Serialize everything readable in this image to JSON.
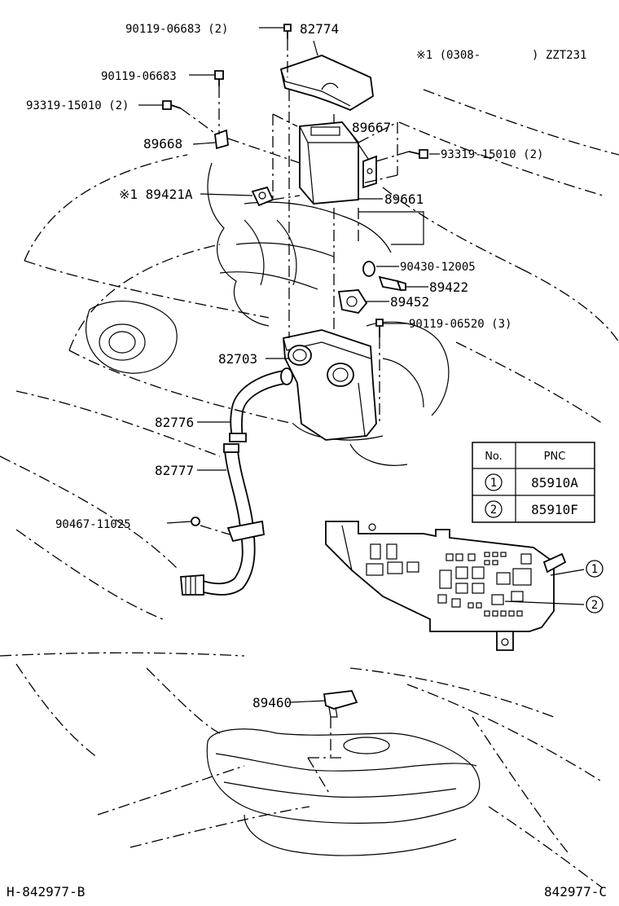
{
  "applicability": {
    "note": "※1 (0308-",
    "model": ") ZZT231"
  },
  "callouts": {
    "c_9011906683_2": "90119-06683 (2)",
    "c_82774": "82774",
    "c_9011906683": "90119-06683",
    "c_9331915010_2a": "93319-15010 (2)",
    "c_89667": "89667",
    "c_89668": "89668",
    "c_9331915010_2b": "93319-15010 (2)",
    "c_89421a": "※1 89421A",
    "c_89661": "89661",
    "c_9043012005": "90430-12005",
    "c_89422": "89422",
    "c_89452": "89452",
    "c_9011906520_3": "90119-06520 (3)",
    "c_82703": "82703",
    "c_82776": "82776",
    "c_82777": "82777",
    "c_9046711025": "90467-11025",
    "c_89460": "89460"
  },
  "pnc_table": {
    "headers": [
      "No.",
      "PNC"
    ],
    "rows": [
      {
        "no": "1",
        "pnc": "85910A"
      },
      {
        "no": "2",
        "pnc": "85910F"
      }
    ]
  },
  "relay_block_markers": [
    "1",
    "2"
  ],
  "footer": {
    "left_code": "H-842977-B",
    "right_code": "842977-C"
  }
}
